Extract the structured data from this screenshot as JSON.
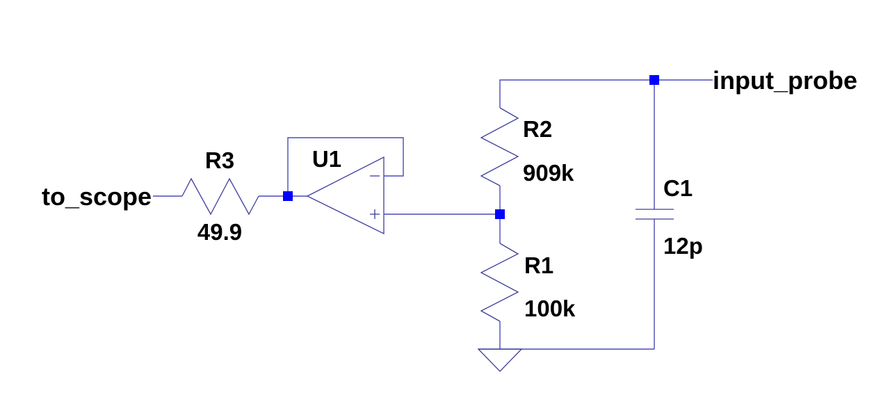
{
  "diagram": {
    "type": "circuit-schematic",
    "colors": {
      "wire": "#4a4ab8",
      "component": "#3d3d9a",
      "junction": "#0000ff",
      "text": "#000000",
      "background": "#ffffff"
    },
    "nets": {
      "output": "to_scope",
      "input": "input_probe"
    },
    "components": {
      "R3": {
        "ref": "R3",
        "value": "49.9",
        "type": "resistor"
      },
      "U1": {
        "ref": "U1",
        "type": "op-amp",
        "config": "voltage follower",
        "inv_pin": "−",
        "noninv_pin": "+"
      },
      "R2": {
        "ref": "R2",
        "value": "909k",
        "type": "resistor"
      },
      "R1": {
        "ref": "R1",
        "value": "100k",
        "type": "resistor"
      },
      "C1": {
        "ref": "C1",
        "value": "12p",
        "type": "capacitor"
      }
    },
    "ground": "ground-symbol"
  }
}
